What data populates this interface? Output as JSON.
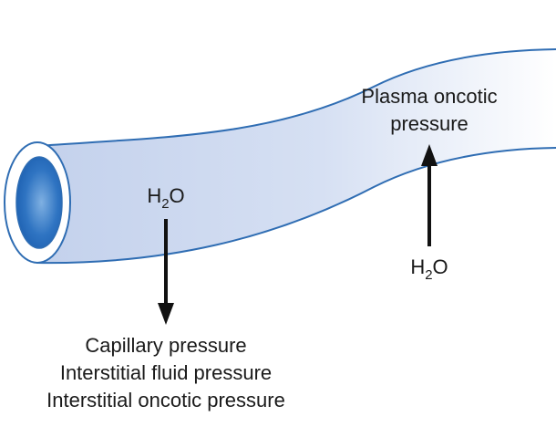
{
  "labels": {
    "water_left": {
      "base": "H",
      "sub": "2",
      "tail": "O"
    },
    "water_right": {
      "base": "H",
      "sub": "2",
      "tail": "O"
    },
    "plasma_line1": "Plasma oncotic",
    "plasma_line2": "pressure",
    "outward_forces": [
      "Capillary pressure",
      "Interstitial fluid pressure",
      "Interstitial oncotic pressure"
    ]
  },
  "colors": {
    "vessel_fill_light": "#ffffff",
    "vessel_fill_mid": "#c9d6ef",
    "vessel_edge": "#2f6db3",
    "lumen_dark": "#1c5fb0",
    "lumen_light": "#6fa4dc",
    "arrow": "#111111"
  }
}
